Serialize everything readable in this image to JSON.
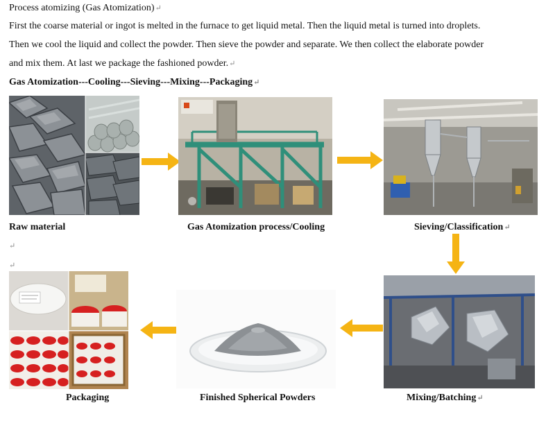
{
  "text": {
    "heading": "Process atomizing (Gas Atomization)",
    "para_line1": "First the coarse material or ingot is melted in the furnace to get liquid metal. Then the liquid metal is turned into droplets.",
    "para_line2": "Then we cool the liquid and collect the powder. Then sieve the powder and separate. We then collect the elaborate powder",
    "para_line3": "and mix them. At last we package the fashioned powder.",
    "flow": "Gas Atomization---Cooling---Sieving---Mixing---Packaging",
    "mark": "↵"
  },
  "captions": {
    "raw": "Raw material",
    "gas": "Gas Atomization process/Cooling",
    "sieve": "Sieving/Classification",
    "pack": "Packaging",
    "finished": "Finished Spherical Powders",
    "mix": "Mixing/Batching"
  },
  "colors": {
    "arrow": "#f5b414",
    "machine_green": "#2f8f7a",
    "metal": "#7d8288",
    "lid_red": "#d62020"
  },
  "icons": [
    "arrow-right-icon",
    "arrow-down-icon",
    "arrow-left-icon"
  ]
}
